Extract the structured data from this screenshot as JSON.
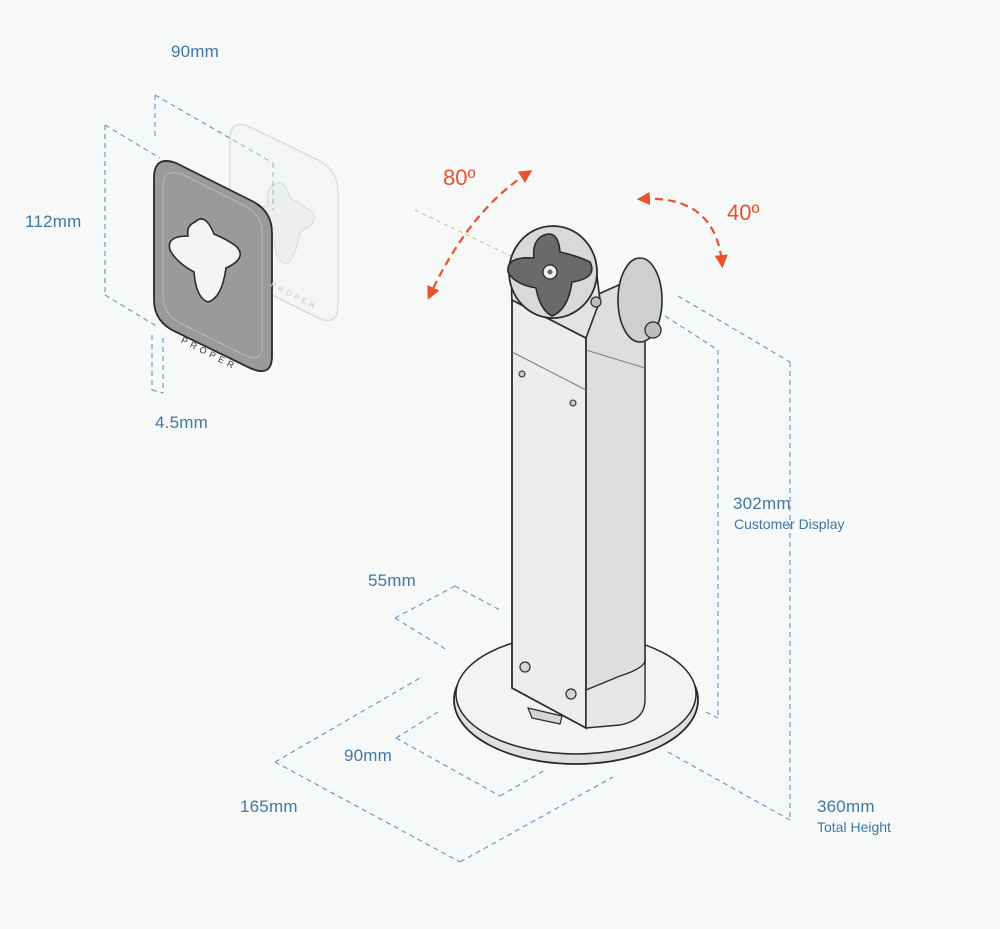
{
  "colors": {
    "background": "#f7f8f8",
    "dimension": "#3f78a6",
    "dimension_line": "#6a9dc8",
    "angle": "#e8532b",
    "outline": "#2a2a2a",
    "plate_fill": "#9a9a9a",
    "stand_fill": "#e9e9e9",
    "knob_fill": "#6a6a6a"
  },
  "plate": {
    "width": "90mm",
    "height": "112mm",
    "depth": "4.5mm",
    "brand": "PROPER",
    "brand_ghost": "PROPER"
  },
  "angles": {
    "tilt": "80º",
    "swivel": "40º"
  },
  "stand": {
    "display_height": "302mm",
    "display_height_note": "Customer Display",
    "total_height": "360mm",
    "total_height_note": "Total Height",
    "column_depth": "55mm",
    "column_width": "90mm",
    "base_diameter": "165mm"
  },
  "icons": {
    "tilt_arrow": "curved-double-arrow-icon",
    "swivel_arrow": "curved-double-arrow-icon"
  }
}
